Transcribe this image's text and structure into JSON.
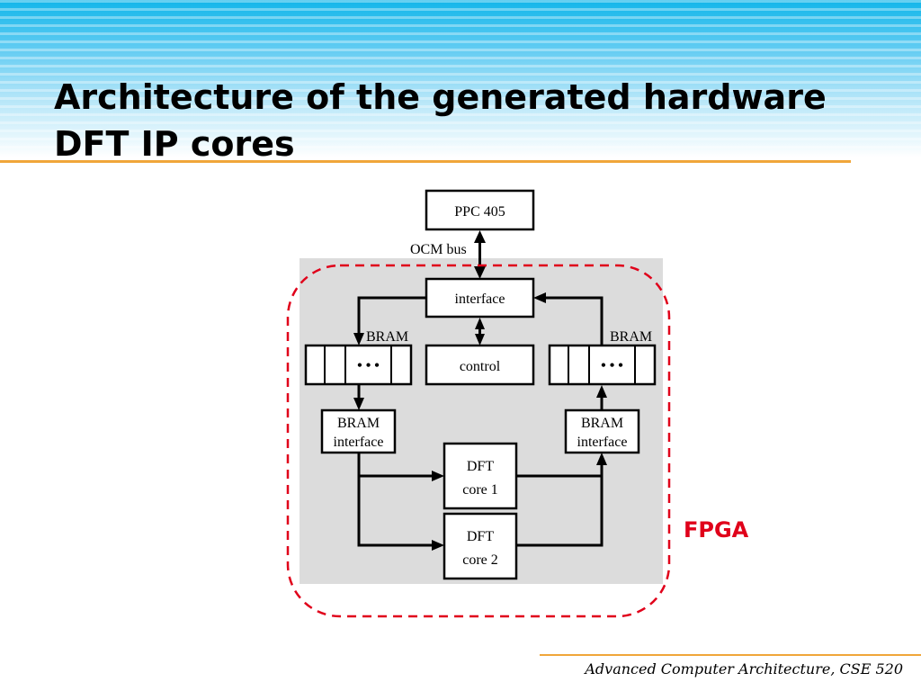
{
  "slide": {
    "title_line1": "Architecture of the generated hardware",
    "title_line2": "DFT IP cores",
    "footer": "Advanced Computer Architecture, CSE 520"
  },
  "diagram": {
    "ppc": "PPC 405",
    "ocm_bus": "OCM bus",
    "interface": "interface",
    "control": "control",
    "bram_left": "BRAM",
    "bram_right": "BRAM",
    "bram_dots": "• • •",
    "bram_interface_left_line1": "BRAM",
    "bram_interface_left_line2": "interface",
    "bram_interface_right_line1": "BRAM",
    "bram_interface_right_line2": "interface",
    "dft_core1_line1": "DFT",
    "dft_core1_line2": "core 1",
    "dft_core2_line1": "DFT",
    "dft_core2_line2": "core 2",
    "fpga": "FPGA"
  },
  "colors": {
    "fpga_border": "#e0001a",
    "diagram_background": "#dcdcdc",
    "rule": "#f0a63a"
  }
}
